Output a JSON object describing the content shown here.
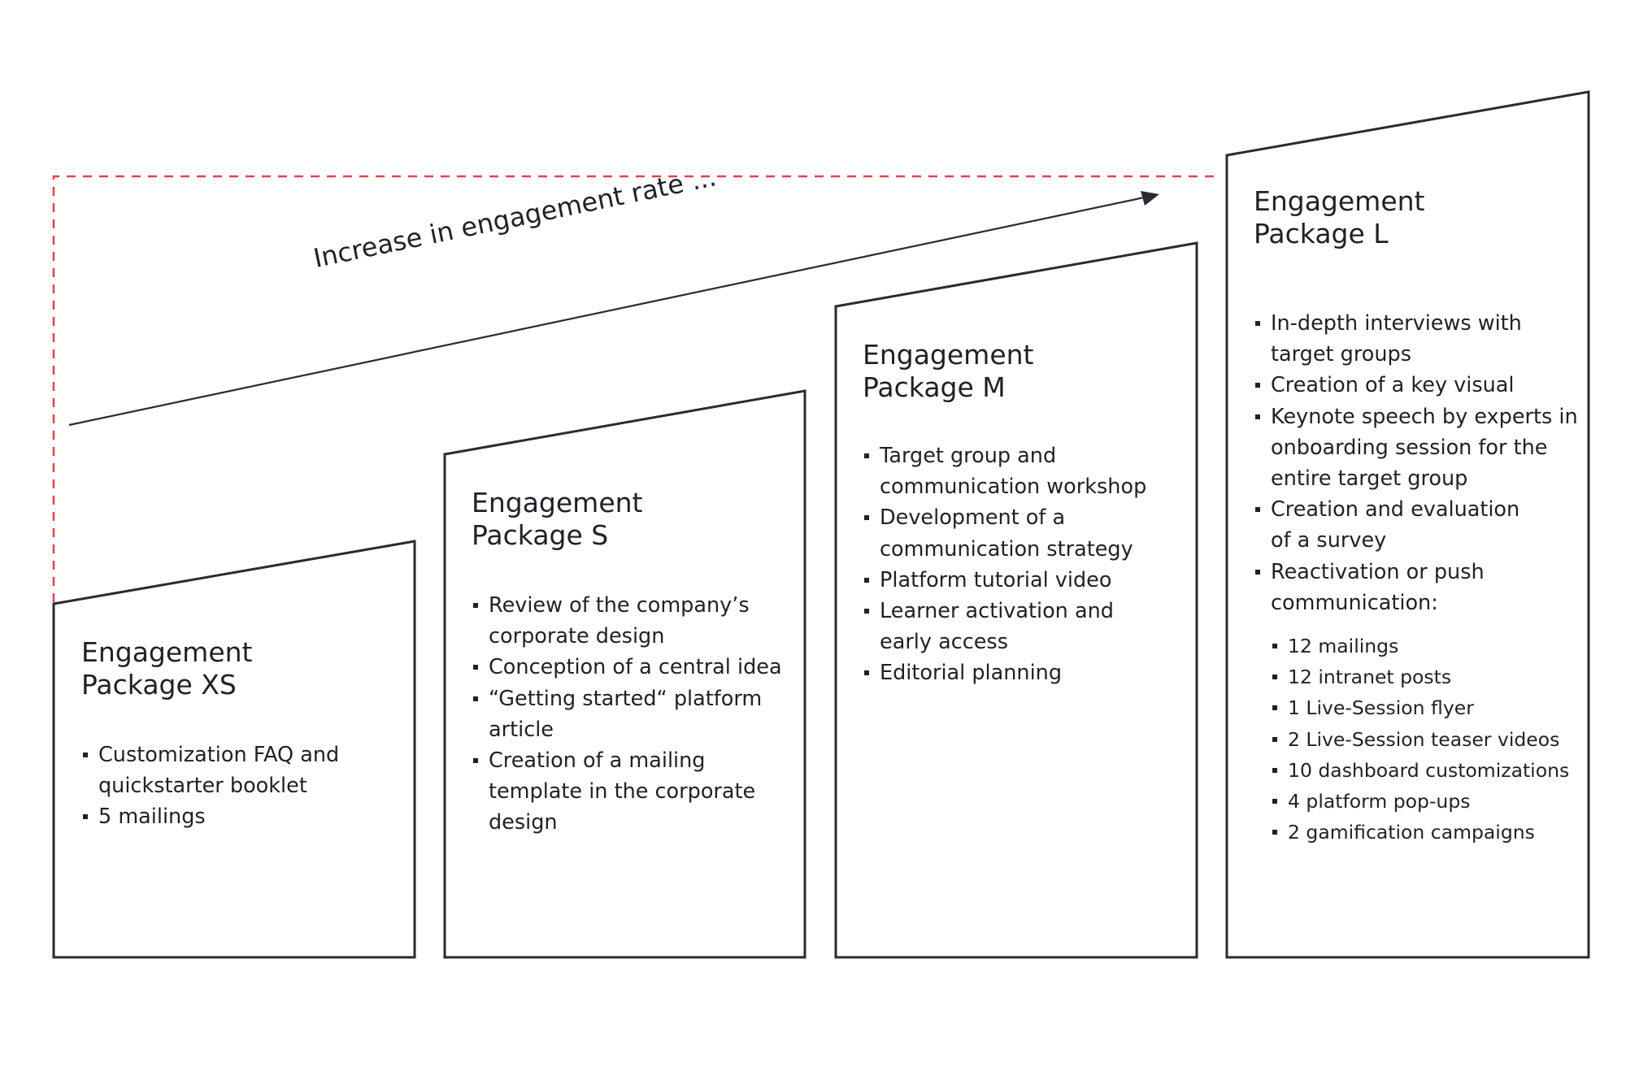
{
  "trend": {
    "label": "Increase in engagement rate ..."
  },
  "colors": {
    "outline": "#2a2a33",
    "dashed_guide": "#e0444b",
    "text": "#1f2028"
  },
  "packages": [
    {
      "title_line1": "Engagement",
      "title_line2": "Package XS",
      "items": [
        "Customization FAQ and quickstarter booklet",
        "5 mailings"
      ]
    },
    {
      "title_line1": "Engagement",
      "title_line2": "Package S",
      "items": [
        "Review of the company’s corporate design",
        "Conception of a central idea",
        "“Getting started“ platform article",
        "Creation of a mailing template in the corporate design"
      ]
    },
    {
      "title_line1": "Engagement",
      "title_line2": "Package M",
      "items": [
        "Target group and communication workshop",
        "Development of a communication strategy",
        "Platform tutorial video",
        "Learner activation and early access",
        "Editorial planning"
      ]
    },
    {
      "title_line1": "Engagement",
      "title_line2": "Package L",
      "items": [
        "In-depth interviews with target groups",
        "Creation of a key visual",
        "Keynote speech by experts in onboarding session for the entire target group",
        "Creation and evaluation of a survey",
        "Reactivation or push communication:"
      ],
      "subitems": [
        "12 mailings",
        "12 intranet posts",
        "1 Live-Session flyer",
        "2 Live-Session teaser videos",
        "10 dashboard customizations",
        "4 platform pop-ups",
        "2 gamification campaigns"
      ]
    }
  ]
}
